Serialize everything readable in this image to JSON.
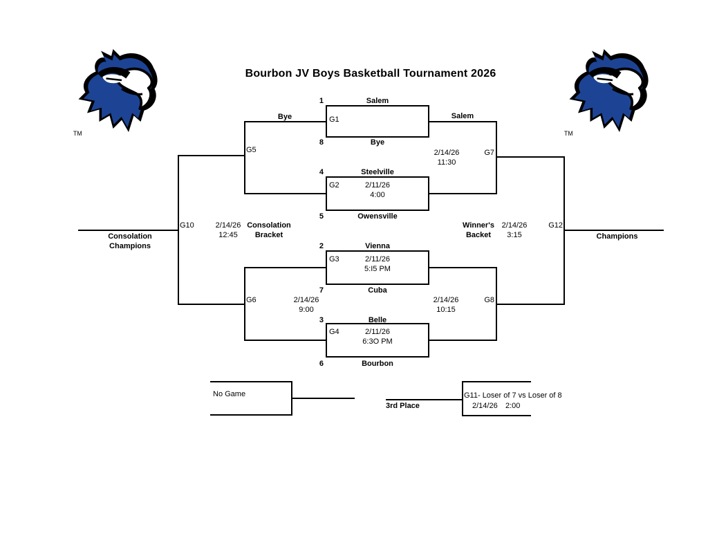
{
  "title": "Bourbon JV Boys Basketball Tournament 2026",
  "logos": {
    "trademark": "TM",
    "blue": "#1d4494"
  },
  "seeds": [
    {
      "seed": "1",
      "team": "Salem"
    },
    {
      "seed": "8",
      "team": "Bye"
    },
    {
      "seed": "4",
      "team": "Steelville"
    },
    {
      "seed": "5",
      "team": "Owensville"
    },
    {
      "seed": "2",
      "team": "Vienna"
    },
    {
      "seed": "7",
      "team": "Cuba"
    },
    {
      "seed": "3",
      "team": "Belle"
    },
    {
      "seed": "6",
      "team": "Bourbon"
    }
  ],
  "advancers": {
    "left_semi_top": "Bye",
    "right_semi_top": "Salem"
  },
  "games": {
    "g1": {
      "label": "G1"
    },
    "g2": {
      "label": "G2",
      "date": "2/11/26",
      "time": "4:00"
    },
    "g3": {
      "label": "G3",
      "date": "2/11/26",
      "time": "5:I5 PM"
    },
    "g4": {
      "label": "G4",
      "date": "2/11/26",
      "time": "6:3O PM"
    },
    "g5": {
      "label": "G5"
    },
    "g6": {
      "label": "G6",
      "date": "2/14/26",
      "time": "9:00"
    },
    "g7": {
      "label": "G7",
      "date": "2/14/26",
      "time": "11:30"
    },
    "g8": {
      "label": "G8",
      "date": "2/14/26",
      "time": "10:15"
    },
    "g10": {
      "label": "G10",
      "date": "2/14/26",
      "time": "12:45",
      "title_line1": "Consolation",
      "title_line2": "Bracket"
    },
    "g11": {
      "line1": "G11- Loser of 7 vs Loser of 8",
      "date": "2/14/26",
      "time": "2:00"
    },
    "g12": {
      "label": "G12",
      "date": "2/14/26",
      "time": "3:15",
      "title_line1": "Winner's",
      "title_line2": "Backet"
    }
  },
  "labels": {
    "consolation_champions_line1": "Consolation",
    "consolation_champions_line2": "Champions",
    "champions": "Champions",
    "no_game": "No Game",
    "third_place": "3rd Place"
  }
}
